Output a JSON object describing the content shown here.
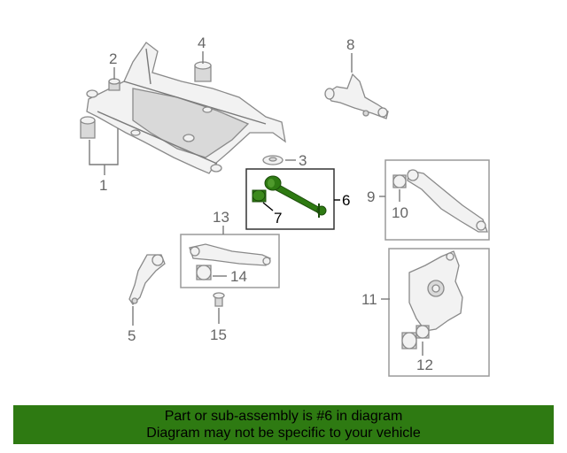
{
  "diagram": {
    "callouts": {
      "c1": "1",
      "c2": "2",
      "c3": "3",
      "c4": "4",
      "c5": "5",
      "c6": "6",
      "c7": "7",
      "c8": "8",
      "c9": "9",
      "c10": "10",
      "c11": "11",
      "c12": "12",
      "c13": "13",
      "c14": "14",
      "c15": "15"
    },
    "highlight_callout": "6",
    "highlight_color": "#2e7a12",
    "banner_color": "#2e7a12"
  },
  "banner": {
    "line1": "Part or sub-assembly is #6 in diagram",
    "line2": "Diagram may not be specific to your vehicle"
  }
}
